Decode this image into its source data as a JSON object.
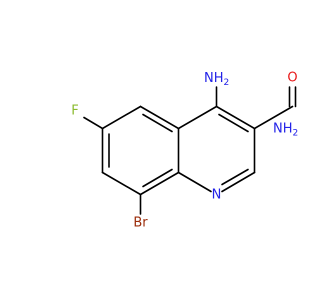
{
  "molecule": {
    "atoms": [
      {
        "id": "n_amine",
        "label": "NH",
        "subscript": "2",
        "color": "#2323e8"
      },
      {
        "id": "o_carbonyl",
        "label": "O",
        "subscript": "",
        "color": "#e81a1a"
      },
      {
        "id": "n_amide",
        "label": "NH",
        "subscript": "2",
        "color": "#2323e8"
      },
      {
        "id": "f",
        "label": "F",
        "subscript": "",
        "color": "#8bbb2f"
      },
      {
        "id": "n_ring",
        "label": "N",
        "subscript": "",
        "color": "#2323e8"
      },
      {
        "id": "br",
        "label": "Br",
        "subscript": "",
        "color": "#9b2c0a"
      }
    ]
  }
}
